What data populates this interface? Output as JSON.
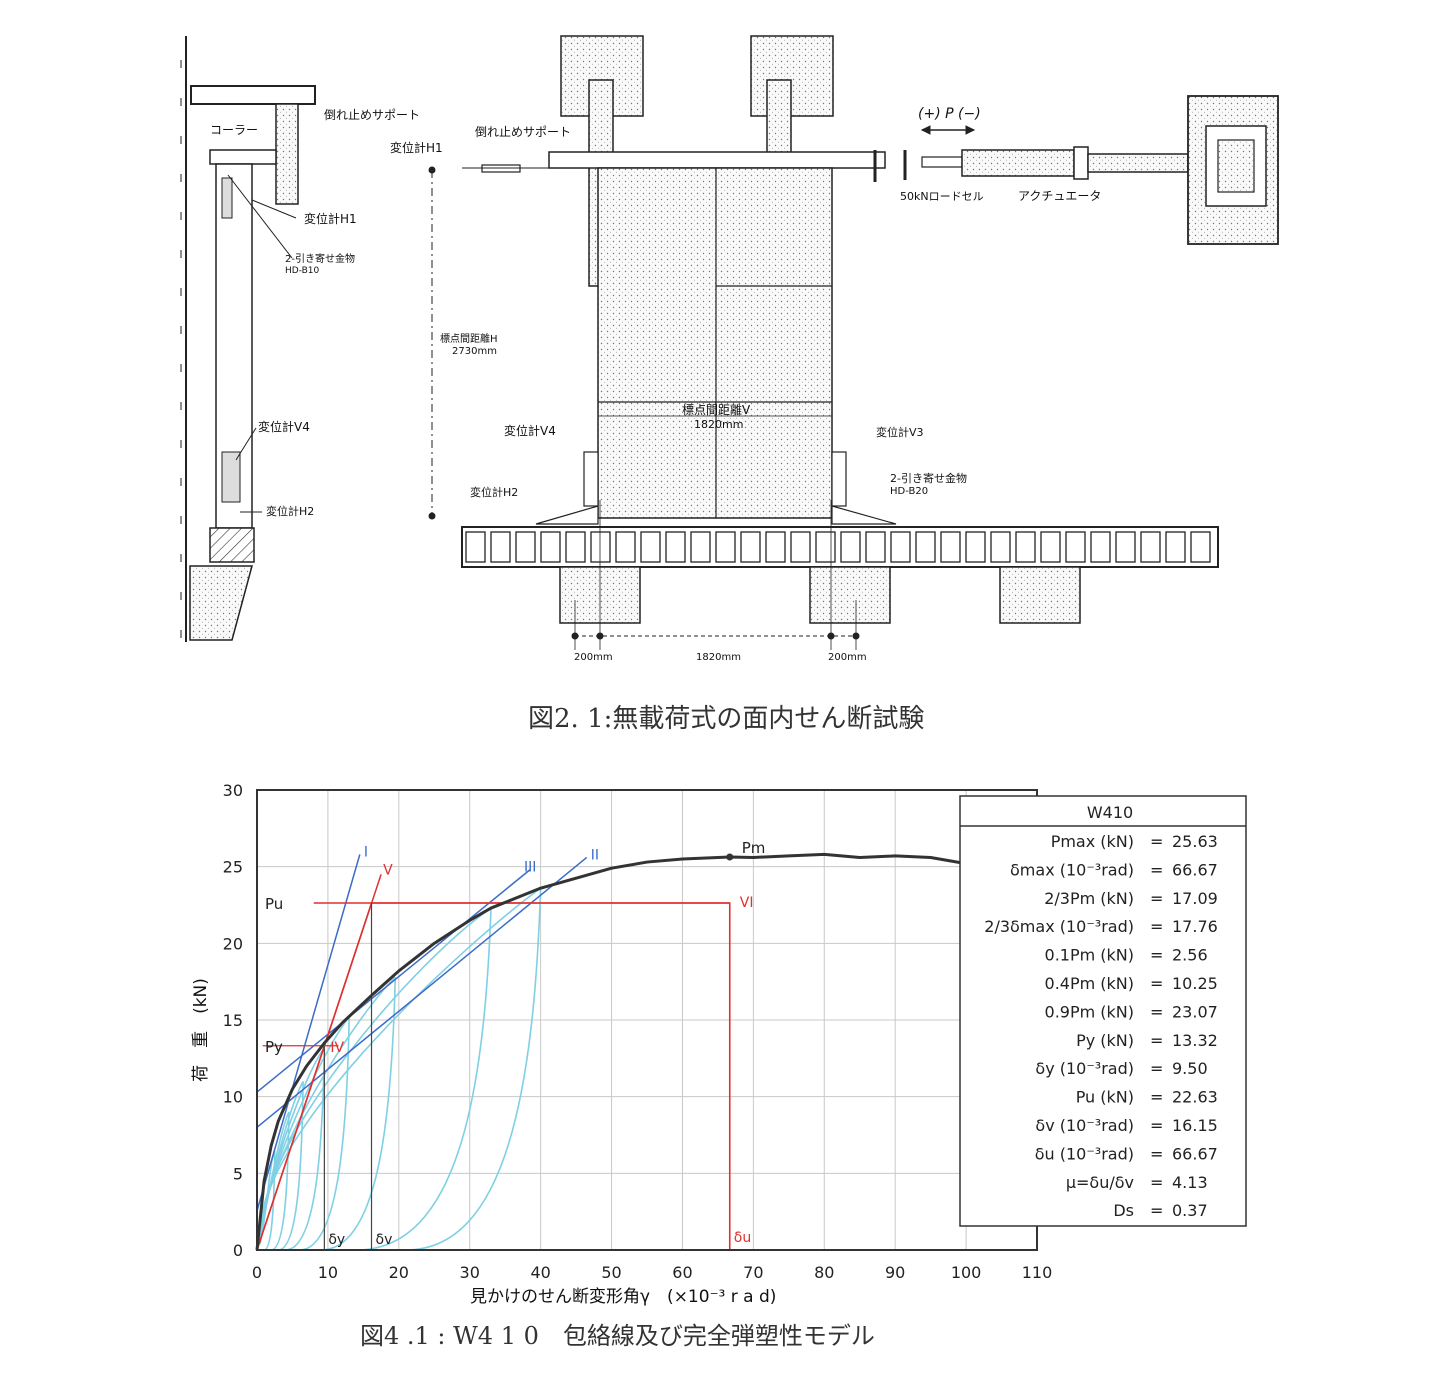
{
  "figure1": {
    "caption": "図2. 1:無載荷式の面内せん断試験",
    "labels": {
      "support_side": "倒れ止めサポート",
      "roller": "コーラー",
      "gauge_h1_side": "変位計H1",
      "holddown_side": "2-引き寄せ金物",
      "holddown_side_code": "HD-B10",
      "gauge_v4_side": "変位計V4",
      "gauge_h2_side": "変位計H2",
      "support_front": "倒れ止めサポート",
      "gauge_h1_front": "変位計H1",
      "load_dir": "(+) P (−)",
      "load_cell": "50kNロードセル",
      "actuator": "アクチュエータ",
      "height_label": "標点間距離H",
      "height_value": "2730mm",
      "width_label": "標点間距離V",
      "width_value": "1820mm",
      "gauge_v4_front": "変位計V4",
      "gauge_v3_front": "変位計V3",
      "holddown_front": "2-引き寄せ金物",
      "holddown_front_code": "HD-B20",
      "gauge_h2_front": "変位計H2",
      "dim_left": "200mm",
      "dim_mid": "1820mm",
      "dim_right": "200mm"
    }
  },
  "figure2": {
    "caption": "図4 .1 : W4 1 0　包絡線及び完全弾塑性モデル",
    "chart_data": {
      "type": "line",
      "title": "",
      "xlabel": "見かけのせん断変形角γ　(×10⁻³ r a d)",
      "ylabel": "荷　重　(kN)",
      "xlim": [
        0,
        110
      ],
      "ylim": [
        0,
        30
      ],
      "xticks": [
        0,
        10,
        20,
        30,
        40,
        50,
        60,
        70,
        80,
        90,
        100,
        110
      ],
      "yticks": [
        0,
        5,
        10,
        15,
        20,
        25,
        30
      ],
      "grid": true,
      "envelope": {
        "x": [
          0,
          1,
          2,
          3,
          5,
          7,
          9.5,
          12,
          16.15,
          20,
          25,
          30,
          33,
          40,
          50,
          55,
          60,
          66.67,
          70,
          75,
          80,
          85,
          90,
          95,
          100
        ],
        "y": [
          0,
          4.5,
          6.8,
          8.4,
          10.5,
          12.0,
          13.5,
          14.8,
          16.6,
          18.2,
          20.0,
          21.5,
          22.3,
          23.6,
          24.9,
          25.3,
          25.5,
          25.63,
          25.6,
          25.7,
          25.8,
          25.6,
          25.7,
          25.6,
          25.2
        ]
      },
      "hysteresis_loops": [
        {
          "x0": 1,
          "xp": 2.5,
          "yp": 6.5
        },
        {
          "x0": 2,
          "xp": 4.5,
          "yp": 9.0
        },
        {
          "x0": 3,
          "xp": 6.5,
          "yp": 11.0
        },
        {
          "x0": 4,
          "xp": 9.5,
          "yp": 13.2
        },
        {
          "x0": 6,
          "xp": 13.0,
          "yp": 15.2
        },
        {
          "x0": 9,
          "xp": 19.5,
          "yp": 17.8
        },
        {
          "x0": 14,
          "xp": 33.0,
          "yp": 22.3
        },
        {
          "x0": 21,
          "xp": 40.0,
          "yp": 23.6
        }
      ],
      "lines": [
        {
          "name": "I",
          "color": "#3a6bc8",
          "x": [
            0,
            14.5
          ],
          "y": [
            2.56,
            25.8
          ]
        },
        {
          "name": "II",
          "color": "#3a6bc8",
          "x": [
            0,
            46.5
          ],
          "y": [
            8.0,
            25.6
          ]
        },
        {
          "name": "III",
          "color": "#3a6bc8",
          "x": [
            0,
            38.5
          ],
          "y": [
            10.3,
            24.8
          ]
        },
        {
          "name": "V",
          "color": "#e03030",
          "x": [
            0,
            17.5
          ],
          "y": [
            0,
            24.5
          ]
        },
        {
          "name": "VI",
          "color": "#e03030",
          "x": [
            8,
            66.67
          ],
          "y": [
            22.63,
            22.63
          ]
        }
      ],
      "bilinear": {
        "color": "#e03030",
        "x": [
          0,
          16.15,
          66.67,
          66.67
        ],
        "y": [
          0,
          22.63,
          22.63,
          0
        ]
      },
      "markers": {
        "Pm": {
          "x": 66.67,
          "y": 25.63
        },
        "Pu": 22.63,
        "Py": 13.32,
        "dy": 9.5,
        "dv": 16.15,
        "du": 66.67
      },
      "annotations": {
        "Pm": "Pm",
        "Pu": "Pu",
        "Py": "Py",
        "dy": "δy",
        "dv": "δv",
        "du": "δu",
        "I": "I",
        "II": "II",
        "III": "III",
        "V": "V",
        "VI": "VI",
        "IV": "IV"
      },
      "table": {
        "title": "W410",
        "rows": [
          {
            "label": "Pmax (kN)",
            "value": "25.63"
          },
          {
            "label": "δmax (10⁻³rad)",
            "value": "66.67"
          },
          {
            "label": "2/3Pm (kN)",
            "value": "17.09"
          },
          {
            "label": "2/3δmax (10⁻³rad)",
            "value": "17.76"
          },
          {
            "label": "0.1Pm (kN)",
            "value": "2.56"
          },
          {
            "label": "0.4Pm (kN)",
            "value": "10.25"
          },
          {
            "label": "0.9Pm (kN)",
            "value": "23.07"
          },
          {
            "label": "Py (kN)",
            "value": "13.32"
          },
          {
            "label": "δy (10⁻³rad)",
            "value": "9.50"
          },
          {
            "label": "Pu (kN)",
            "value": "22.63"
          },
          {
            "label": "δv (10⁻³rad)",
            "value": "16.15"
          },
          {
            "label": "δu (10⁻³rad)",
            "value": "66.67"
          },
          {
            "label": "μ=δu/δv",
            "value": "4.13"
          },
          {
            "label": "Ds",
            "value": "0.37"
          }
        ]
      }
    }
  }
}
